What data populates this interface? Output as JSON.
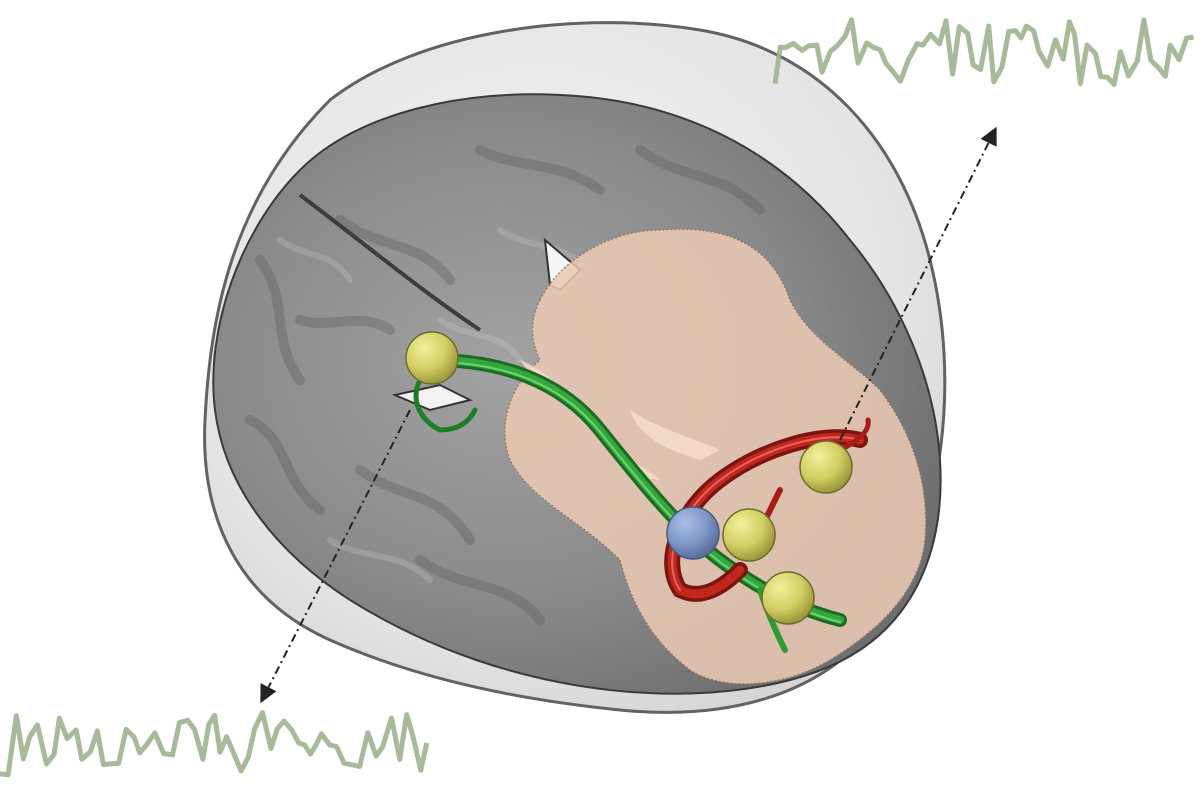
{
  "figure": {
    "description": "",
    "colors": {
      "background": "#ffffff",
      "skull": "#e6e6e6",
      "skull_edge": "#5a5a5a",
      "brain_slice": "#8c8c8c",
      "tissue_region": "#e9c9b3",
      "tract_green": "#2e9a35",
      "tract_red": "#b0201c",
      "node_yellow": "#d7d46a",
      "node_blue": "#7f97c8",
      "signal_trace": "#9db38f",
      "arrow": "#222222"
    },
    "nodes": [
      {
        "name": "node-left",
        "color": "yellow"
      },
      {
        "name": "node-right-upper",
        "color": "yellow"
      },
      {
        "name": "node-right-middle",
        "color": "yellow"
      },
      {
        "name": "node-right-lower",
        "color": "yellow"
      },
      {
        "name": "node-center",
        "color": "blue"
      }
    ],
    "signals": [
      {
        "name": "signal-trace-top-right"
      },
      {
        "name": "signal-trace-bottom-left"
      }
    ]
  }
}
